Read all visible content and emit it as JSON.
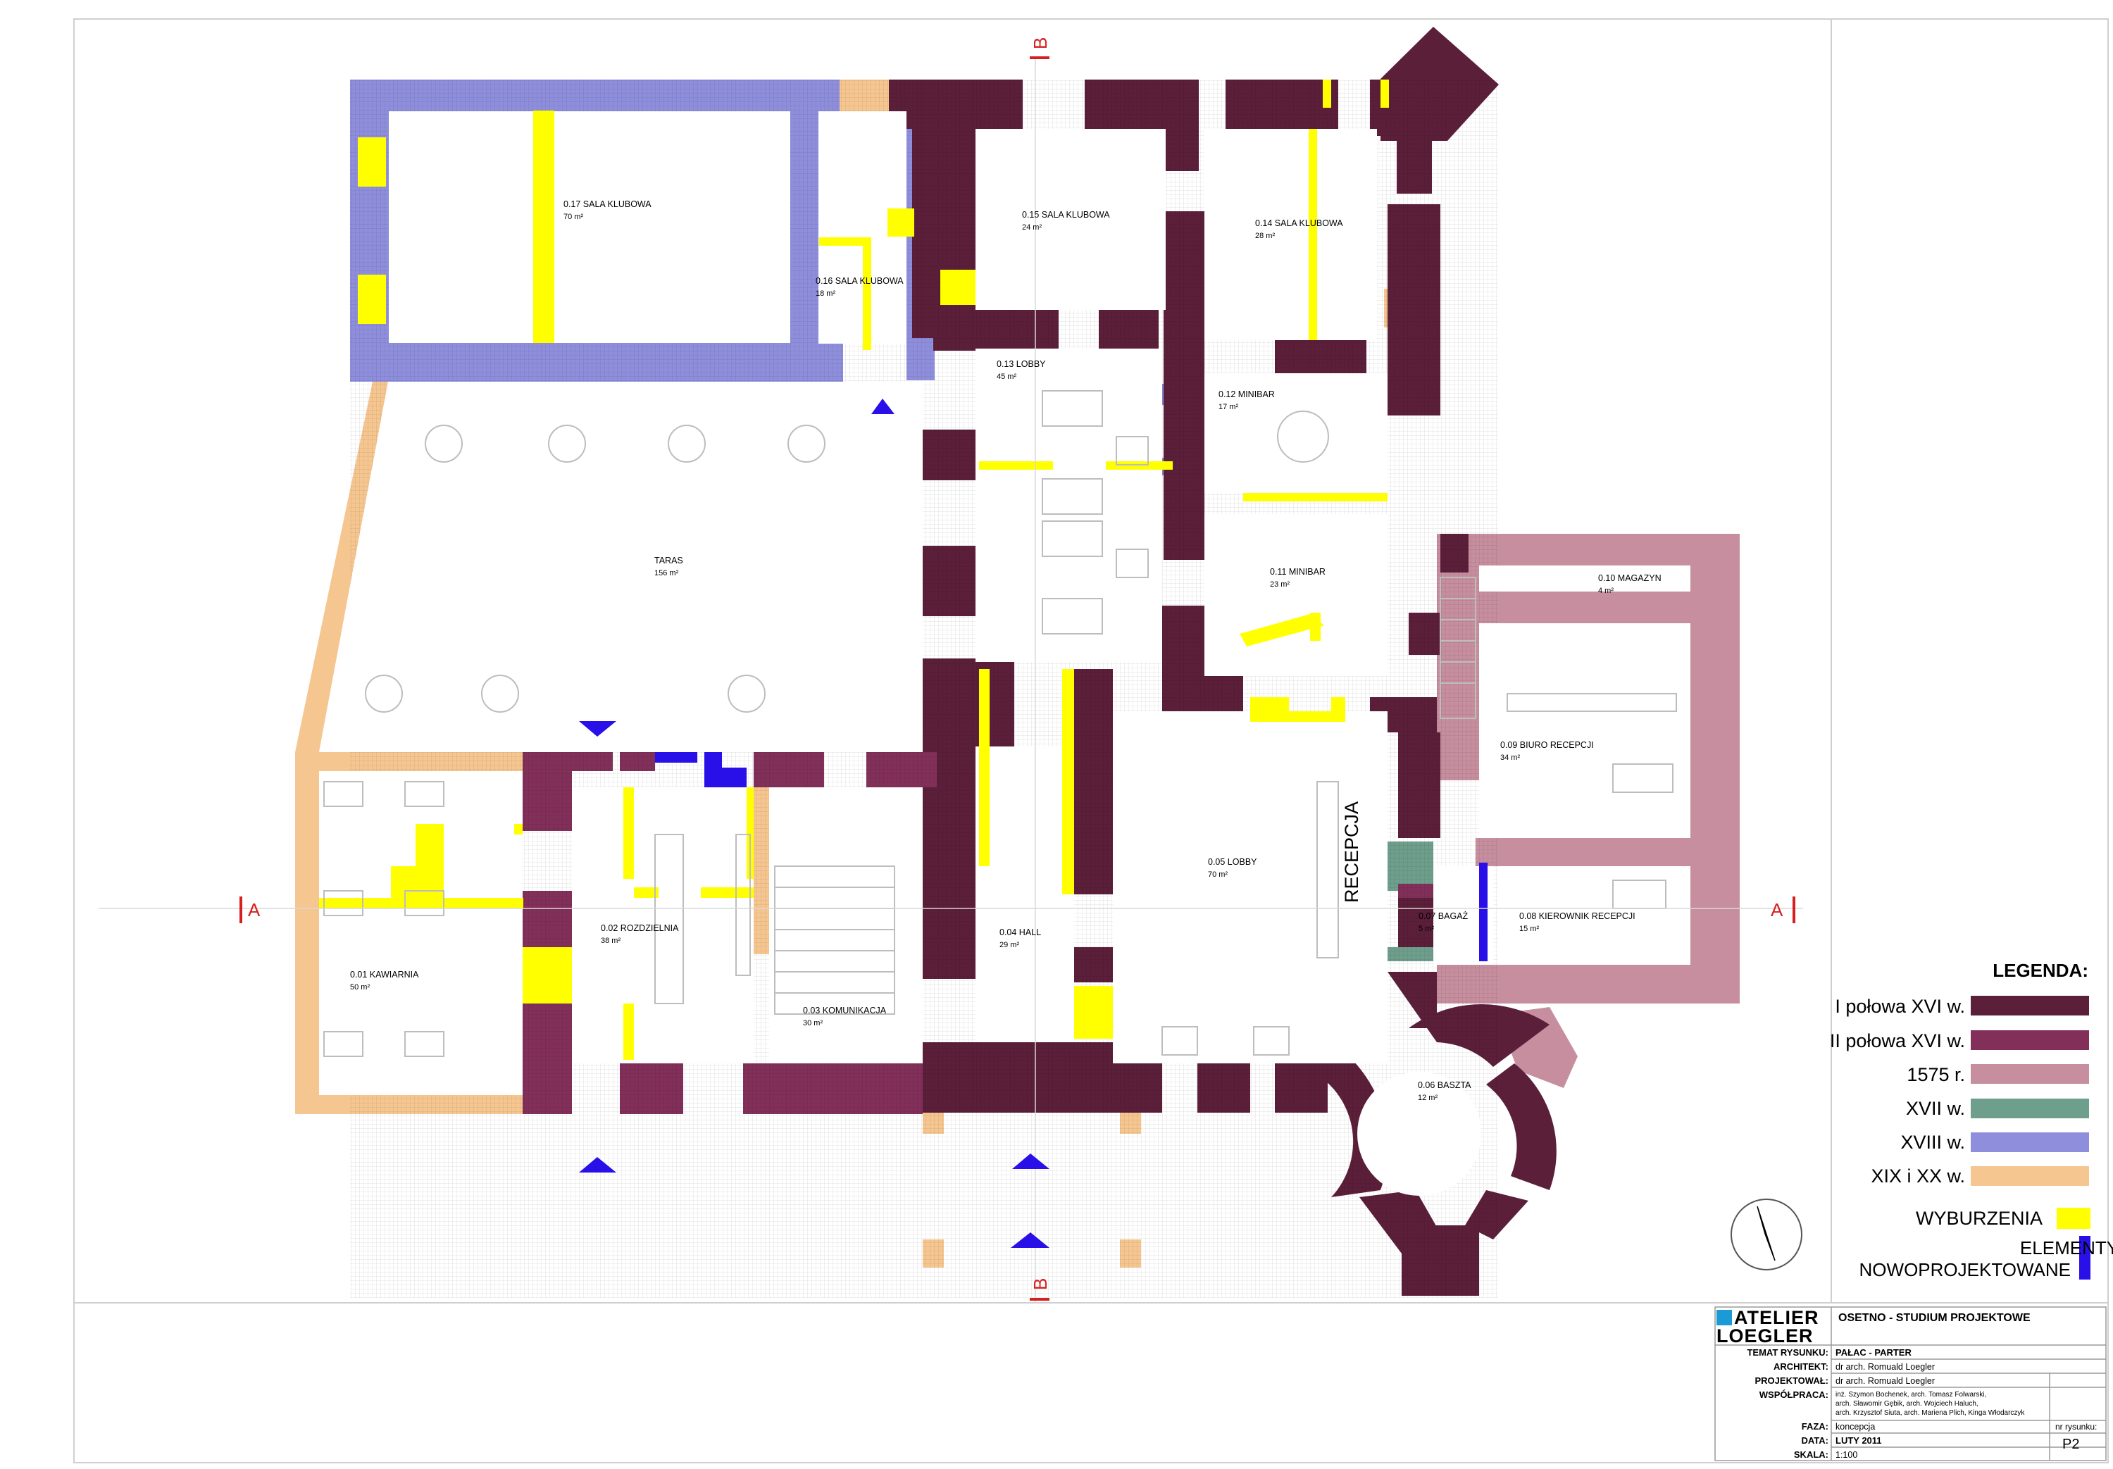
{
  "colors": {
    "xvi1": "#5c1f3a",
    "xvi2": "#82305a",
    "y1575": "#c68e9e",
    "xvii": "#6e9e8c",
    "xviii": "#8e8edc",
    "xixxx": "#f6c690",
    "demolition": "#ffff00",
    "newdesign": "#2a10e8",
    "arrow": "#2a10e8",
    "section": "#d62020"
  },
  "rooms": [
    {
      "id": "r01",
      "name": "0.01 KAWIARNIA",
      "area": "50 m²"
    },
    {
      "id": "r02",
      "name": "0.02 ROZDZIELNIA",
      "area": "38 m²"
    },
    {
      "id": "r03",
      "name": "0.03 KOMUNIKACJA",
      "area": "30 m²"
    },
    {
      "id": "r04",
      "name": "0.04 HALL",
      "area": "29 m²"
    },
    {
      "id": "r05",
      "name": "0.05 LOBBY",
      "area": "70 m²"
    },
    {
      "id": "r06",
      "name": "0.06 BASZTA",
      "area": "12 m²"
    },
    {
      "id": "r07",
      "name": "0.07 BAGAŻ",
      "area": "5 m²"
    },
    {
      "id": "r08",
      "name": "0.08 KIEROWNIK RECEPCJI",
      "area": "15 m²"
    },
    {
      "id": "r09",
      "name": "0.09 BIURO RECEPCJI",
      "area": "34 m²"
    },
    {
      "id": "r10",
      "name": "0.10 MAGAZYN",
      "area": "4 m²"
    },
    {
      "id": "r11",
      "name": "0.11 MINIBAR",
      "area": "23 m²"
    },
    {
      "id": "r12",
      "name": "0.12 MINIBAR",
      "area": "17 m²"
    },
    {
      "id": "r13",
      "name": "0.13 LOBBY",
      "area": "45 m²"
    },
    {
      "id": "r14",
      "name": "0.14 SALA KLUBOWA",
      "area": "28 m²"
    },
    {
      "id": "r15",
      "name": "0.15 SALA KLUBOWA",
      "area": "24 m²"
    },
    {
      "id": "r16",
      "name": "0.16 SALA KLUBOWA",
      "area": "18 m²"
    },
    {
      "id": "r17",
      "name": "0.17 SALA KLUBOWA",
      "area": "70 m²"
    },
    {
      "id": "taras",
      "name": "TARAS",
      "area": "156 m²"
    }
  ],
  "reception_text": "RECEPCJA",
  "section_marks": {
    "a": "A",
    "b": "B"
  },
  "legend": {
    "title": "LEGENDA:",
    "items": [
      {
        "label": "I połowa XVI w.",
        "color": "#5c1f3a"
      },
      {
        "label": "II połowa XVI w.",
        "color": "#82305a"
      },
      {
        "label": "1575 r.",
        "color": "#c68e9e"
      },
      {
        "label": "XVII w.",
        "color": "#6e9e8c"
      },
      {
        "label": "XVIII w.",
        "color": "#8e8edc"
      },
      {
        "label": "XIX i XX w.",
        "color": "#f6c690"
      }
    ],
    "demolition_label": "WYBURZENIA",
    "new_label_1": "ELEMENTY",
    "new_label_2": "NOWOPROJEKTOWANE"
  },
  "titleblock": {
    "logo_line1": "ATELIER",
    "logo_line2": "LOEGLER",
    "project": "OSETNO - STUDIUM PROJEKTOWE",
    "rows": [
      {
        "label": "TEMAT RYSUNKU:",
        "value": "PAŁAC - PARTER",
        "bold": true
      },
      {
        "label": "ARCHITEKT:",
        "value": "dr  arch. Romuald  Loegler",
        "bold": false
      },
      {
        "label": "PROJEKTOWAŁ:",
        "value": "dr  arch. Romuald  Loegler",
        "bold": false
      }
    ],
    "coop_label": "WSPÓŁPRACA:",
    "coop_lines": [
      "inż. Szymon Bochenek, arch. Tomasz Folwarski,",
      "arch. Sławomir Gębik, arch. Wojciech Haluch,",
      "arch. Krzysztof Siuta, arch. Mariena Plich, Kinga Włodarczyk"
    ],
    "phase_label": "FAZA:",
    "phase_value": "koncepcja",
    "date_label": "DATA:",
    "date_value": "LUTY 2011",
    "scale_label": "SKALA:",
    "scale_value": "1:100",
    "drawing_no_label": "nr rysunku:",
    "drawing_no": "P2"
  }
}
